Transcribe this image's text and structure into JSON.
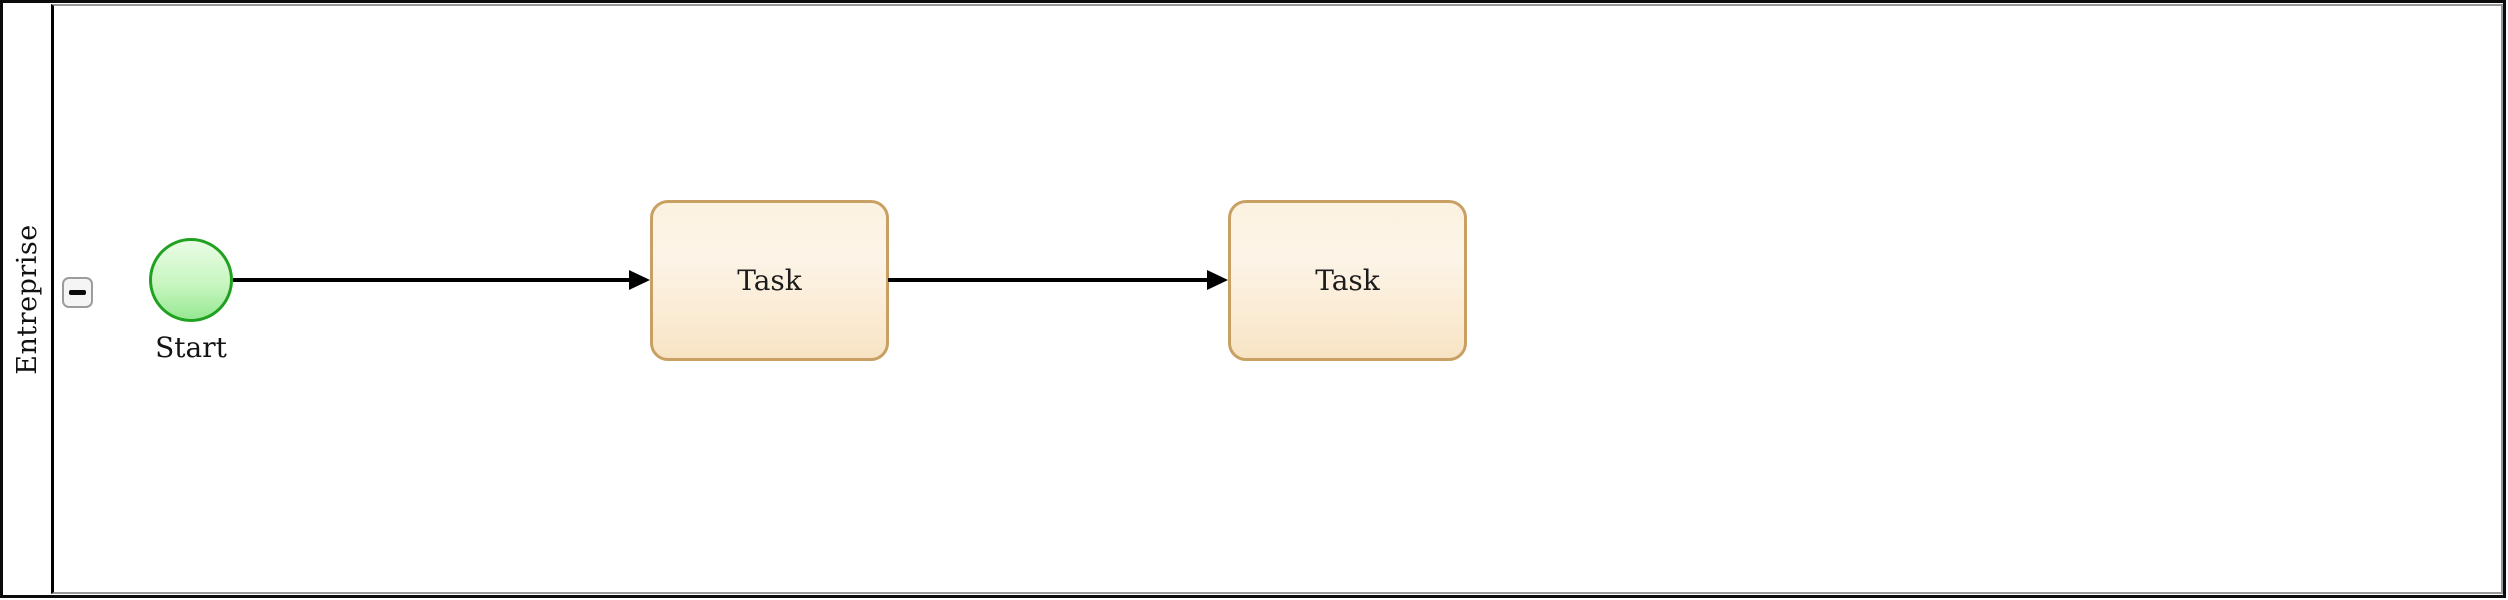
{
  "diagram": {
    "type": "bpmn-pool",
    "pool": {
      "label": "Entreprise",
      "collapse_button": {
        "icon": "minus-icon",
        "state": "expanded"
      }
    },
    "nodes": [
      {
        "id": "start",
        "kind": "start-event",
        "label": "Start"
      },
      {
        "id": "task1",
        "kind": "task",
        "label": "Task"
      },
      {
        "id": "task2",
        "kind": "task",
        "label": "Task"
      }
    ],
    "edges": [
      {
        "from": "start",
        "to": "task1",
        "style": "solid-arrow"
      },
      {
        "from": "task1",
        "to": "task2",
        "style": "solid-arrow"
      }
    ],
    "colors": {
      "background": "#ffffff",
      "pool_border": "#0b0b0b",
      "lane_border": "#989898",
      "task_stroke": "#c9a063",
      "task_fill_top": "#fcf2e0",
      "task_fill_bottom": "#f8e4c4",
      "event_stroke": "#21a121",
      "event_fill_top": "#e9fce5",
      "event_fill_bottom": "#97e893",
      "edge_color": "#000000"
    }
  }
}
